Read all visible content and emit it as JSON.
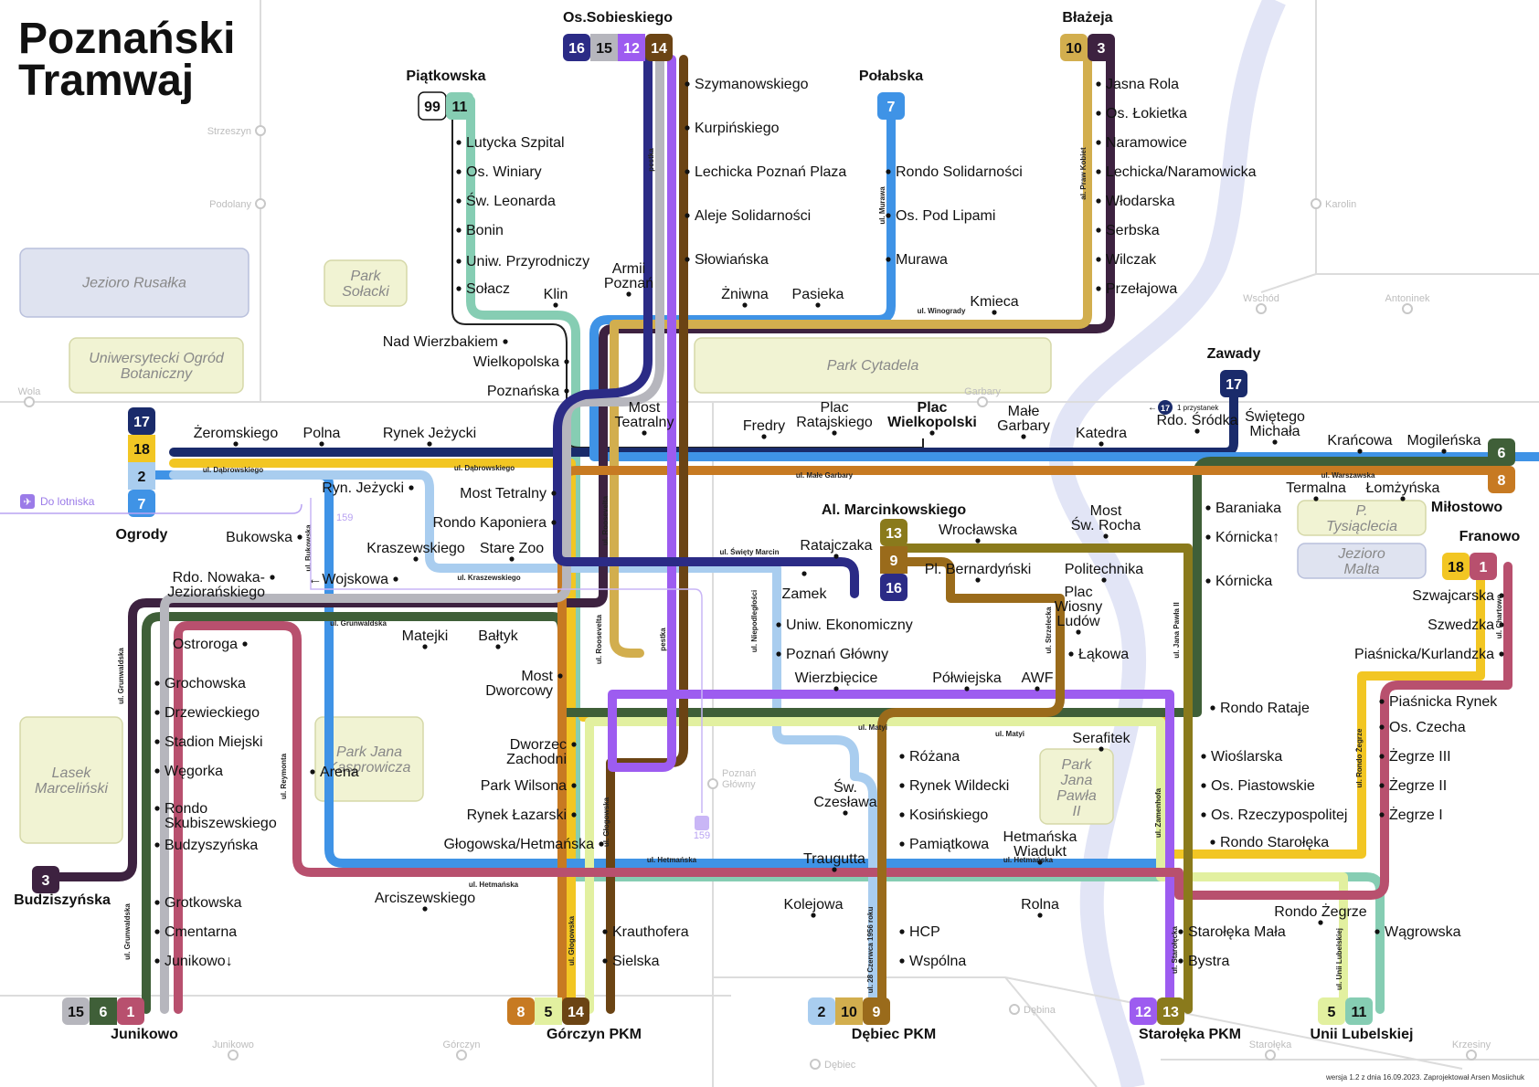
{
  "title_lines": [
    "Poznański",
    "Tramwaj"
  ],
  "footer": "wersja 1.2 z dnia 16.09.2023. Zaprojektował Arsen Mosiichuk",
  "colors": {
    "l1": "#b8506e",
    "l2": "#a9cdef",
    "l3": "#3d2240",
    "l5": "#e2f0a0",
    "l6": "#3f5f38",
    "l7": "#3f93e6",
    "l8": "#c77a22",
    "l9": "#9a6b1b",
    "l10": "#d2ae4e",
    "l11": "#86cdb3",
    "l12": "#9d5cf0",
    "l13": "#8a7a1c",
    "l14": "#6b4414",
    "l15": "#b6b6bd",
    "l16": "#2b2b86",
    "l17": "#1a2b6b",
    "l18": "#f2c623",
    "l99": "#ffffff",
    "rail": "#dadada",
    "river": "#e2e5f6"
  },
  "termini": [
    {
      "name": "Os.Sobieskiego",
      "lines": [
        "16",
        "15",
        "12",
        "14"
      ]
    },
    {
      "name": "Błażeja",
      "lines": [
        "10",
        "3"
      ]
    },
    {
      "name": "Piątkowska",
      "lines": [
        "99",
        "11"
      ]
    },
    {
      "name": "Połabska",
      "lines": [
        "7"
      ]
    },
    {
      "name": "Zawady",
      "lines": [
        "17"
      ]
    },
    {
      "name": "Ogrody",
      "lines": [
        "17",
        "18",
        "2",
        "7"
      ]
    },
    {
      "name": "Miłostowo",
      "lines": [
        "6",
        "8"
      ]
    },
    {
      "name": "Franowo",
      "lines": [
        "18",
        "1"
      ]
    },
    {
      "name": "Budziszyńska",
      "lines": [
        "3"
      ]
    },
    {
      "name": "Junikowo",
      "lines": [
        "15",
        "6",
        "1"
      ]
    },
    {
      "name": "Górczyn PKM",
      "lines": [
        "8",
        "5",
        "14"
      ]
    },
    {
      "name": "Dębiec PKM",
      "lines": [
        "2",
        "10",
        "9"
      ]
    },
    {
      "name": "Starołęka PKM",
      "lines": [
        "12",
        "13"
      ]
    },
    {
      "name": "Unii Lubelskiej",
      "lines": [
        "5",
        "11"
      ]
    },
    {
      "name": "Al. Marcinkowskiego",
      "lines": [
        "13",
        "9",
        "16"
      ]
    }
  ],
  "stops": [
    "Szymanowskiego",
    "Kurpińskiego",
    "Lechicka Poznań Plaza",
    "Aleje Solidarności",
    "Słowiańska",
    "Żniwna",
    "Pasieka",
    "Rondo Solidarności",
    "Os. Pod Lipami",
    "Murawa",
    "Kmieca",
    "Jasna Rola",
    "Os. Łokietka",
    "Naramowice",
    "Lechicka/Naramowicka",
    "Włodarska",
    "Serbska",
    "Wilczak",
    "Przełajowa",
    "Lutycka Szpital",
    "Os. Winiary",
    "Św. Leonarda",
    "Bonin",
    "Uniw. Przyrodniczy",
    "Sołacz",
    "Klin",
    "Armii Poznań",
    "Nad Wierzbakiem",
    "Wielkopolska",
    "Poznańska",
    "Żeromskiego",
    "Polna",
    "Rynek Jeżycki",
    "Most Teatralny",
    "Fredry",
    "Plac Ratajskiego",
    "Plac Wielkopolski",
    "Małe Garbary",
    "Katedra",
    "Rdo. Śródka",
    "Świętego Michała",
    "Krańcowa",
    "Mogileńska",
    "Termalna",
    "Łomżyńska",
    "Ryn. Jeżycki",
    "Most Tetralny",
    "Rondo Kaponiera",
    "Kraszewskiego",
    "Stare Zoo",
    "Bukowska",
    "←Wojskowa",
    "Rdo. Nowaka-Jeziorańskiego",
    "Matejki",
    "Bałtyk",
    "Most Dworcowy",
    "Ostroroga",
    "Arena",
    "Grochowska",
    "Drzewieckiego",
    "Stadion Miejski",
    "Węgorka",
    "Rondo Skubiszewskiego",
    "Budzyszyńska",
    "Grotkowska",
    "Cmentarna",
    "Junikowo↓",
    "Arciszewskiego",
    "Dworzec Zachodni",
    "Park Wilsona",
    "Rynek Łazarski",
    "Głogowska/Hetmańska",
    "Krauthofera",
    "Sielska",
    "Ratajczaka",
    "Zamek",
    "Uniw. Ekonomiczny",
    "Poznań Główny",
    "Wierzbięcice",
    "Półwiejska",
    "AWF",
    "Serafitek",
    "Wrocławska",
    "Most Św. Rocha",
    "Pl. Bernardyński",
    "Politechnika",
    "Plac Wiosny Ludów",
    "Łąkowa",
    "Różana",
    "Rynek Wildecki",
    "Kosińskiego",
    "Pamiątkowa",
    "Św. Czesława",
    "Traugutta",
    "Kolejowa",
    "HCP",
    "Wspólna",
    "Hetmańska Wiadukt",
    "Rolna",
    "Baraniaka",
    "Kórnicka↑",
    "Kórnicka",
    "Rondo Rataje",
    "Wioślarska",
    "Os. Piastowskie",
    "Os. Rzeczypospolitej",
    "Rondo Starołęka",
    "Starołęka Mała",
    "Bystra",
    "Rondo Żegrze",
    "Wągrowska",
    "Szwajcarska",
    "Szwedzka",
    "Piaśnicka/Kurlandzka",
    "Piaśnicka Rynek",
    "Os. Czecha",
    "Żegrze III",
    "Żegrze II",
    "Żegrze I"
  ],
  "street_labels": [
    "pestka",
    "ul. Murawa",
    "al. Praw Kobiet",
    "ul. Winogrady",
    "ul. Dąbrowskiego",
    "ul. Dąbrowskiego",
    "ul. Bukowska",
    "ul. Kraszewskiego",
    "ul. Grunwaldska",
    "ul. Grunwaldska",
    "ul. Grunwaldska",
    "ul. Reymonta",
    "ul. Roosevelta",
    "ul. Roosevelta",
    "pestka",
    "ul. Głogowska",
    "ul. Głogowska",
    "ul. Święty Marcin",
    "ul. Niepodległości",
    "ul. Małe Garbary",
    "ul. Warszawska",
    "ul. Strzelecka",
    "ul. Jana Pawła II",
    "ul. Matyi",
    "ul. Matyi",
    "ul. Hetmańska",
    "ul. Hetmańska",
    "ul. Hetmańska",
    "ul. 28 Czerwca 1956 roku",
    "ul. Zamenhofa",
    "ul. Starołęcka",
    "ul. Unii Lubelskiej",
    "ul. Rondo Żegrze",
    "ul. Chartowo"
  ],
  "parks": [
    "Jezioro Rusałka",
    "Uniwersytecki Ogród Botaniczny",
    "Park Sołacki",
    "Park Cytadela",
    "P. Tysiąclecia",
    "Jezioro Malta",
    "Park Jana Kasprowicza",
    "Lasek Marceliński",
    "Park Jana Pawła II"
  ],
  "rail_stations": [
    "Strzeszyn",
    "Podolany",
    "Wola",
    "Garbary",
    "Karolin",
    "Wschód",
    "Antoninek",
    "Poznań Główny",
    "Dębina",
    "Dębiec",
    "Junikowo",
    "Górczyn",
    "Starołęka",
    "Krzesiny"
  ],
  "airport_label": "Do lotniska",
  "bus_159": "159",
  "note_1_przystanek": "1 przystanek"
}
